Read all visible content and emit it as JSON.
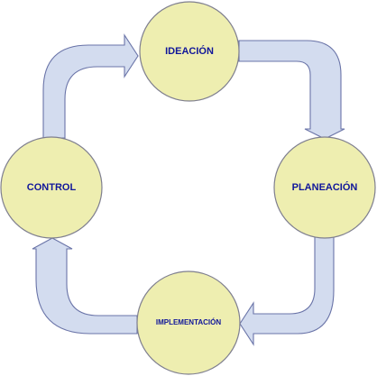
{
  "diagram": {
    "colors": {
      "node_fill": "#eeeeb0",
      "node_stroke": "#7f7f8f",
      "arrow_fill": "#d3dcef",
      "arrow_stroke": "#6a74a8",
      "label_text": "#10169a"
    },
    "nodes": {
      "top": {
        "label": "IDEACIÓN"
      },
      "right": {
        "label": "PLANEACIÓN"
      },
      "bottom": {
        "label": "IMPLEMENTACIÓN"
      },
      "left": {
        "label": "CONTROL"
      }
    },
    "flow": {
      "direction": "clockwise",
      "arrows": [
        {
          "from": "IDEACIÓN",
          "to": "PLANEACIÓN"
        },
        {
          "from": "PLANEACIÓN",
          "to": "IMPLEMENTACIÓN"
        },
        {
          "from": "IMPLEMENTACIÓN",
          "to": "CONTROL"
        },
        {
          "from": "CONTROL",
          "to": "IDEACIÓN"
        }
      ]
    }
  }
}
